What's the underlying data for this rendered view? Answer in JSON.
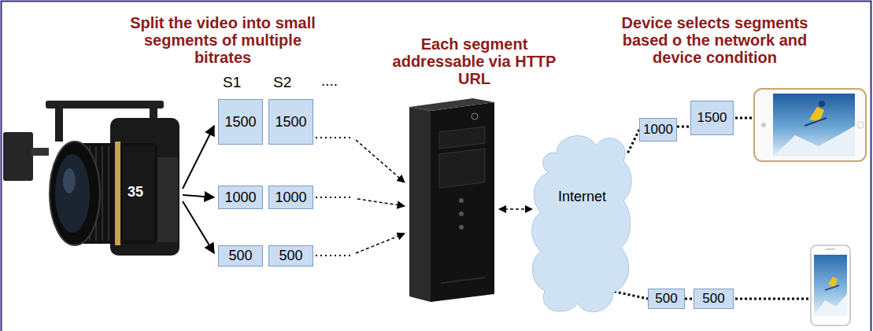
{
  "diagram": {
    "nodes": [
      {
        "text": [
          "1500"
        ]
      },
      {
        "text": [
          "1500"
        ]
      },
      {
        "text": [
          "1000"
        ]
      },
      {
        "text": [
          "1000"
        ]
      },
      {
        "text": [
          "500"
        ]
      },
      {
        "text": [
          "500"
        ]
      },
      {
        "text": [
          "Internet"
        ]
      },
      {
        "text": [
          "1000"
        ]
      },
      {
        "text": [
          "1500"
        ]
      },
      {
        "text": [
          "500"
        ]
      },
      {
        "text": [
          "500"
        ]
      }
    ],
    "edges": [
      {
        "from": 6,
        "to": 7,
        "arrow": "none"
      },
      {
        "from": 7,
        "to": 8,
        "arrow": "none"
      },
      {
        "from": 6,
        "to": 9,
        "arrow": "none"
      },
      {
        "from": 9,
        "to": 10,
        "arrow": "none"
      }
    ],
    "labels": [
      "Split the video into small segments of multiple bitrates",
      "Each segment addressable via HTTP URL",
      "Device selects segments based o the network and device condition",
      "S1",
      "S2",
      "....",
      "35"
    ]
  }
}
